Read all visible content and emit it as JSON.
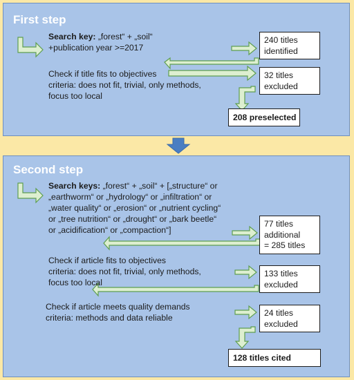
{
  "step1": {
    "title": "First step",
    "search_label": "Search key:",
    "search_rest": " „forest“ + „soil“",
    "search_line2": "+publication year >=2017",
    "check_lines": [
      "Check if title fits to objectives",
      "criteria: does not fit, trivial, only methods,",
      "focus too local"
    ],
    "box_identified": [
      "240 titles",
      "identified"
    ],
    "box_excluded": [
      "32 titles",
      "excluded"
    ],
    "box_preselected": "208 preselected"
  },
  "step2": {
    "title": "Second step",
    "search_label": "Search keys:",
    "search_line1_rest": " „forest“ + „soil“ + [„structure“ or",
    "search_lines": [
      "„earthworm“ or „hydrology“ or „infiltration“ or",
      "„water quality“ or „erosion“ or „nutrient cycling“",
      "or „tree nutrition“ or „drought“ or „bark beetle“",
      "or „acidification“ or „compaction“]"
    ],
    "check1_lines": [
      "Check if article fits to objectives",
      "criteria: does not fit, trivial, only methods,",
      "focus too local"
    ],
    "check2_lines": [
      "Check if article meets quality demands",
      "criteria: methods and data reliable"
    ],
    "box_additional": [
      "77 titles",
      "additional",
      "= 285 titles"
    ],
    "box_excluded1": [
      "133 titles",
      "excluded"
    ],
    "box_excluded2": [
      "24 titles",
      "excluded"
    ],
    "box_cited": "128 titles cited"
  },
  "colors": {
    "panel_fill": "#A9C4E8",
    "background": "#FBE8A6",
    "arrow_fill": "#DDEFD0",
    "arrow_stroke": "#5E9E50",
    "down_arrow": "#4A7EC2"
  }
}
